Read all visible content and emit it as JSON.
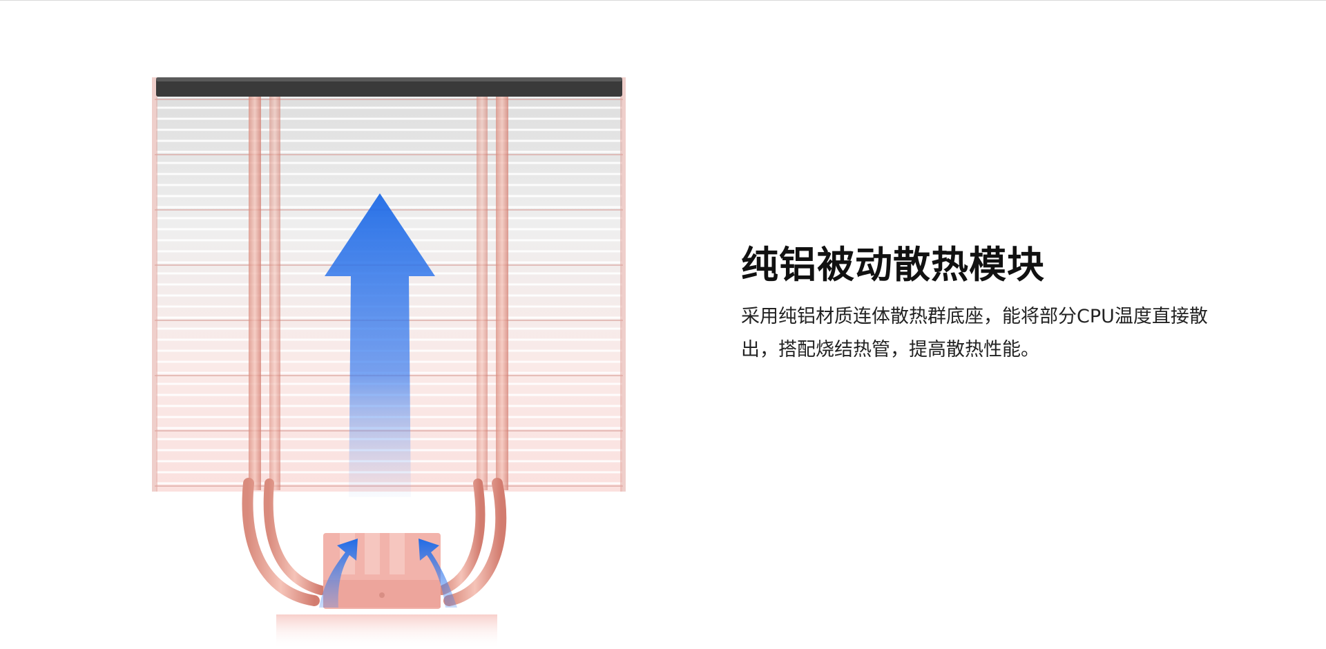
{
  "section": {
    "heading": "纯铝被动散热模块",
    "description": "采用纯铝材质连体散热群底座，能将部分CPU温度直接散出，搭配烧结热管，提高散热性能。"
  },
  "illustration": {
    "subject": "heatsink-airflow",
    "colors": {
      "top_cap": "#3a3a3a",
      "fin_top": "#bfbfbf",
      "fin_bottom": "#f2a9a4",
      "copper_pipe": "#e8a08f",
      "airflow_arrow": "#1f6be6"
    }
  }
}
